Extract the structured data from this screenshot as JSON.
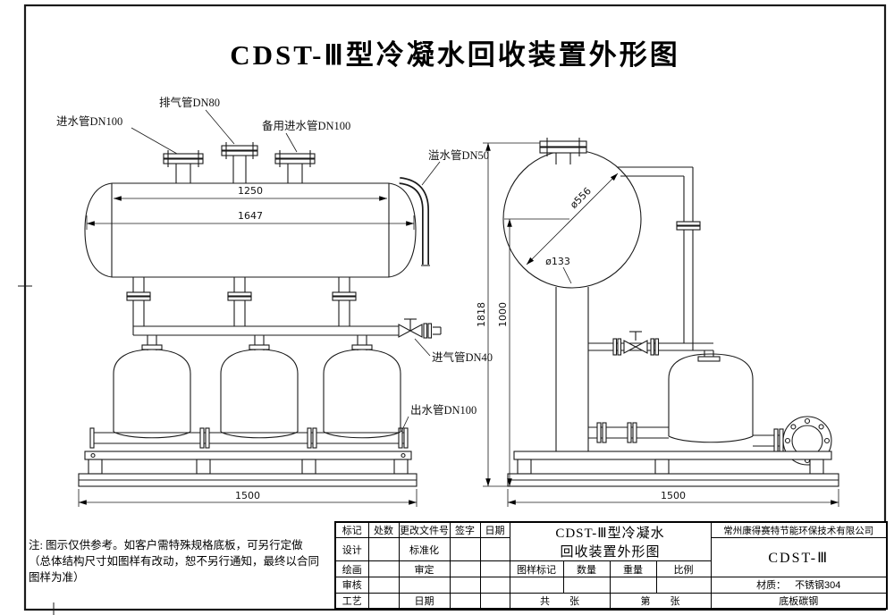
{
  "page": {
    "title": "CDST-Ⅲ型冷凝水回收装置外形图"
  },
  "callouts": {
    "inlet": "进水管DN100",
    "vent": "排气管DN80",
    "backup_inlet": "备用进水管DN100",
    "overflow": "溢水管DN50",
    "air_inlet": "进气管DN40",
    "outlet": "出水管DN100"
  },
  "dimensions": {
    "front_view": {
      "shell_length": "1250",
      "overall_length": "1647",
      "base_length": "1500"
    },
    "side_view": {
      "tank_diameter": "ø556",
      "column_diameter": "ø133",
      "overall_height": "1818",
      "centerline_height": "1000",
      "base_length": "1500"
    }
  },
  "note": {
    "line1": "注: 图示仅供参考。如客户需特殊规格底板，可另行定做",
    "line2": "（总体结构尺寸如图样有改动，恕不另行通知，最终以合同",
    "line3": "图样为准）"
  },
  "title_block": {
    "rev_row": {
      "mark": "标记",
      "count": "处数",
      "change_doc": "更改文件号",
      "sign": "签字",
      "date": "日期"
    },
    "roles": {
      "design": "设计",
      "drawing": "绘画",
      "review": "审核",
      "process": "工艺",
      "standardization": "标准化",
      "approval": "审定",
      "date": "日期"
    },
    "drawing_title": {
      "line1": "CDST-Ⅲ型冷凝水",
      "line2": "回收装置外形图"
    },
    "fields": {
      "drawing_mark": "图样标记",
      "quantity": "数量",
      "weight": "重量",
      "scale": "比例"
    },
    "sheets": {
      "total": "共　　张",
      "page": "第　　张"
    },
    "company": "常州康得赛特节能环保技术有限公司",
    "model": "CDST-Ⅲ",
    "material": {
      "label": "材质：",
      "value": "不锈钢304"
    },
    "base_material": "底板碳钢"
  }
}
